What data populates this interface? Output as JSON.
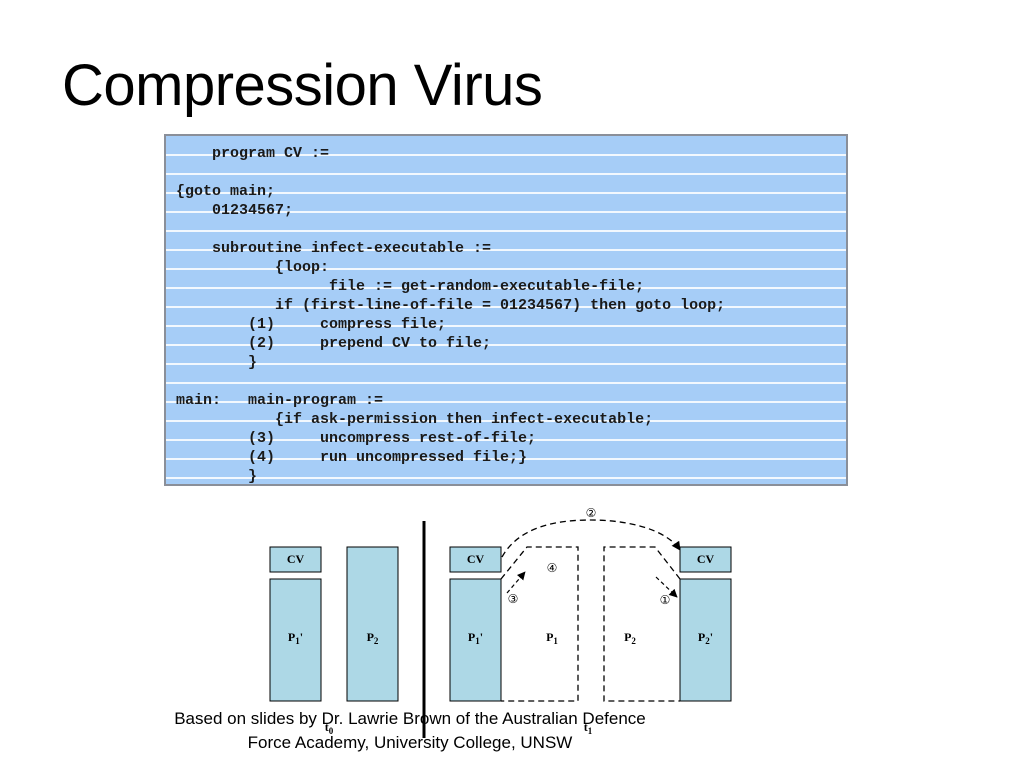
{
  "title": "Compression Virus",
  "code": [
    "    program CV :=",
    "",
    "{goto main;",
    "    01234567;",
    "",
    "    subroutine infect-executable :=",
    "           {loop:",
    "                 file := get-random-executable-file;",
    "           if (first-line-of-file = 01234567) then goto loop;",
    "        (1)     compress file;",
    "        (2)     prepend CV to file;",
    "        }",
    "",
    "main:   main-program :=",
    "           {if ask-permission then infect-executable;",
    "        (3)     uncompress rest-of-file;",
    "        (4)     run uncompressed file;}",
    "        }"
  ],
  "diagram": {
    "left": {
      "cv": "CV",
      "p1": "P",
      "p1_sub": "1",
      "p1_prime": "'",
      "p2": "P",
      "p2_sub": "2",
      "time": "t",
      "time_sub": "0"
    },
    "right": {
      "cv_left": "CV",
      "cv_right": "CV",
      "p1_prime": "P",
      "p1_prime_sub": "1",
      "p1_prime_mark": "'",
      "p1": "P",
      "p1_sub": "1",
      "p2": "P",
      "p2_sub": "2",
      "p2_prime": "P",
      "p2_prime_sub": "2",
      "p2_prime_mark": "'",
      "time": "t",
      "time_sub": "1",
      "step1": "①",
      "step2": "②",
      "step3": "③",
      "step4": "④"
    },
    "colors": {
      "box_fill": "#add8e6",
      "box_stroke": "#000000"
    }
  },
  "footer": {
    "line1": "Based on slides by Dr. Lawrie Brown of the Australian Defence",
    "line2": "Force Academy, University College, UNSW"
  }
}
